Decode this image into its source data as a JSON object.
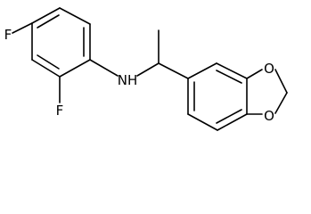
{
  "molecule": {
    "atoms": {
      "F_top": "F",
      "F_bottom": "F",
      "NH": "NH",
      "O_upper": "O",
      "O_lower": "O"
    }
  }
}
